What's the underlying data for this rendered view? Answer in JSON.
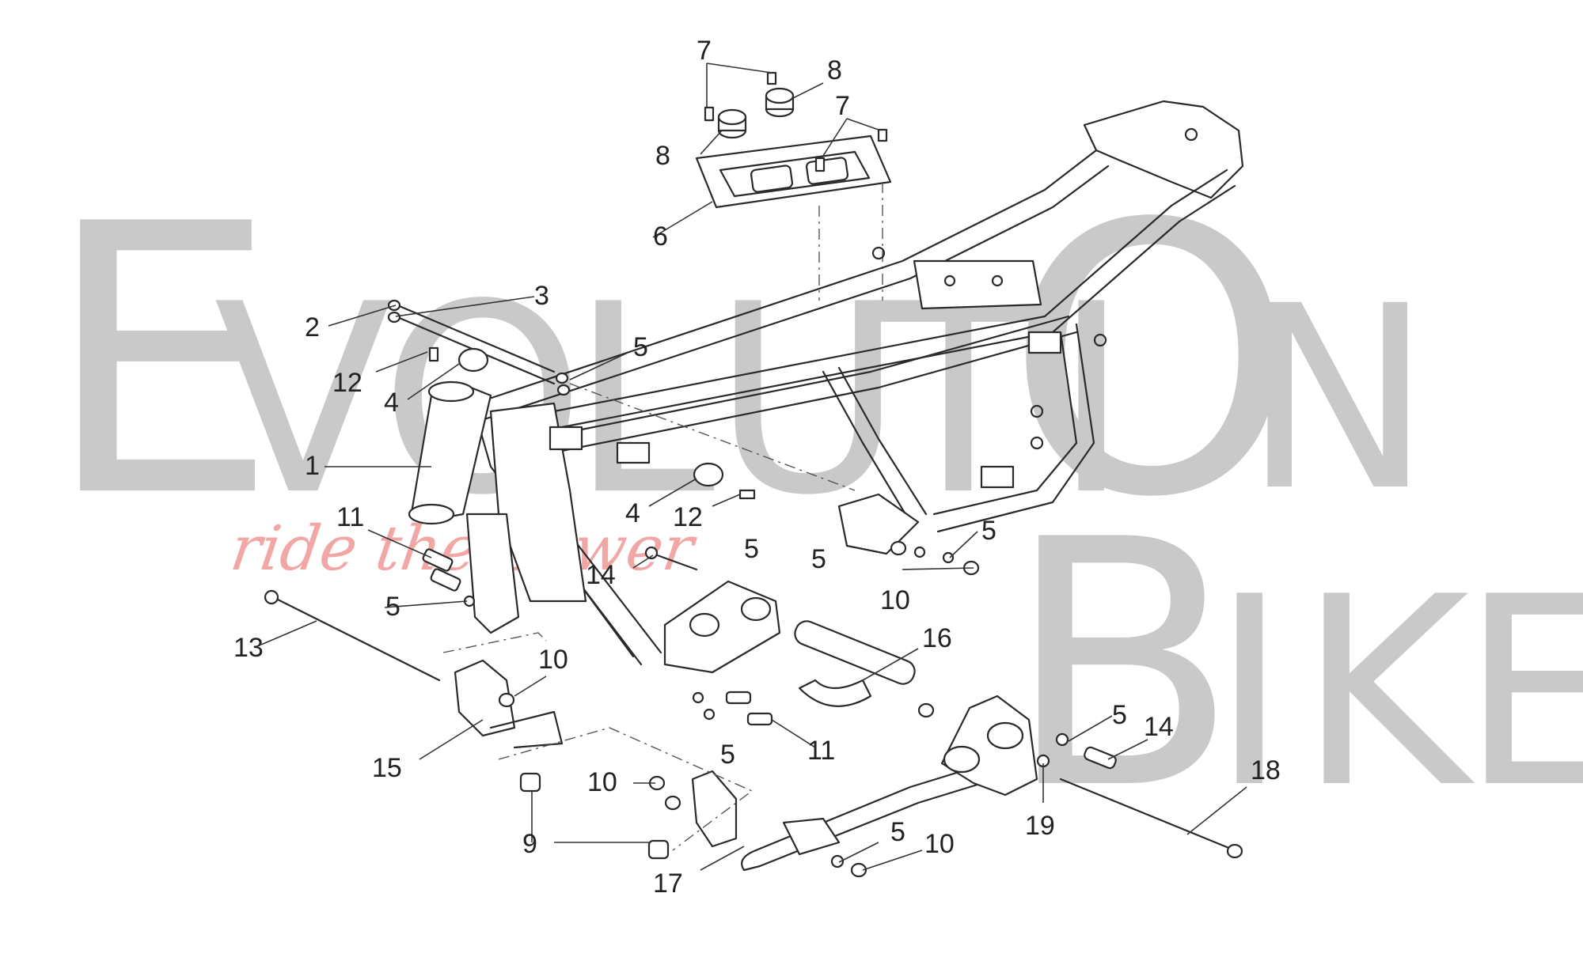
{
  "watermark": {
    "letters": [
      "E",
      "V",
      "O",
      "L",
      "U",
      "T",
      "I",
      "O",
      "N",
      "B",
      "I",
      "K",
      "E"
    ],
    "slogan": "ride the power",
    "colors": {
      "letters": "#c9c9c9",
      "slogan": "#f2a7a7"
    }
  },
  "callouts": {
    "c1": "1",
    "c2": "2",
    "c3": "3",
    "c4a": "4",
    "c4b": "4",
    "c5a": "5",
    "c5b": "5",
    "c5c": "5",
    "c5d": "5",
    "c5e": "5",
    "c5f": "5",
    "c5g": "5",
    "c5h": "5",
    "c6": "6",
    "c7a": "7",
    "c7b": "7",
    "c8a": "8",
    "c8b": "8",
    "c9": "9",
    "c10a": "10",
    "c10b": "10",
    "c10c": "10",
    "c10d": "10",
    "c11a": "11",
    "c11b": "11",
    "c12a": "12",
    "c12b": "12",
    "c13": "13",
    "c14a": "14",
    "c14b": "14",
    "c15": "15",
    "c16": "16",
    "c17": "17",
    "c18": "18",
    "c19": "19"
  }
}
